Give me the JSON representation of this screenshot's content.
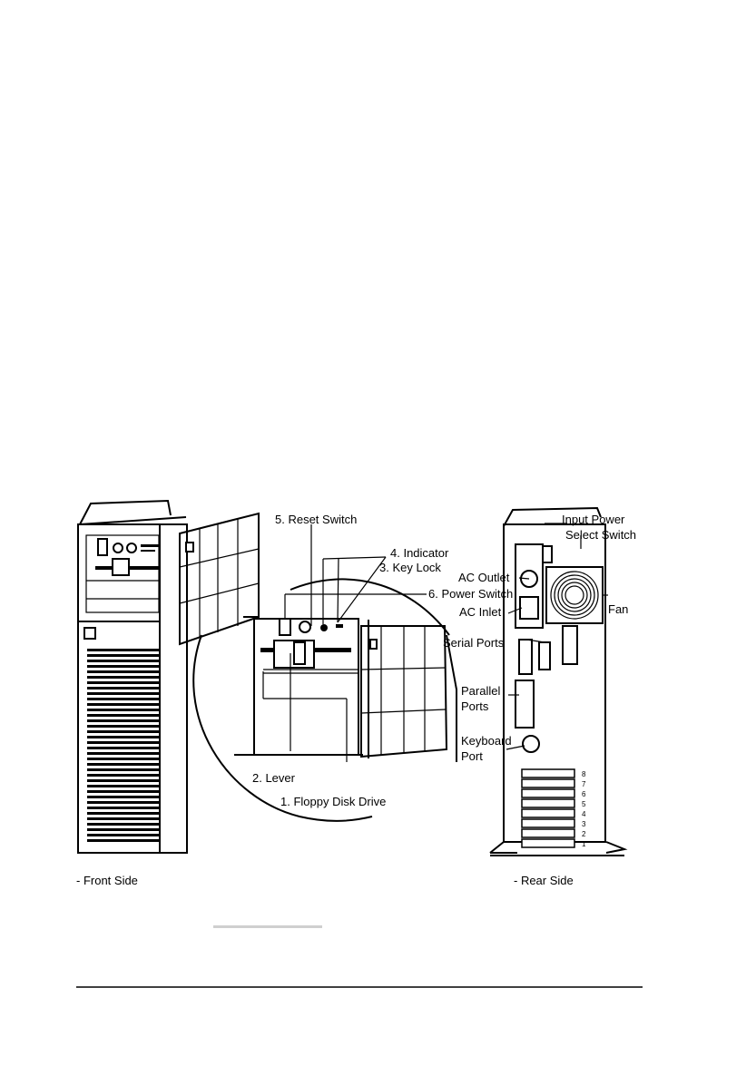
{
  "labels": {
    "reset_switch": "5. Reset Switch",
    "indicator": "4. Indicator",
    "key_lock": "3. Key Lock",
    "power_switch": "6. Power Switch",
    "lever": "2. Lever",
    "floppy": "1. Floppy Disk Drive",
    "input_power_1": "Input Power",
    "input_power_2": "Select Switch",
    "ac_outlet": "AC Outlet",
    "ac_inlet": "AC Inlet",
    "fan": "Fan",
    "serial_ports": "Serial Ports",
    "parallel_1": "Parallel",
    "parallel_2": "Ports",
    "keyboard_1": "Keyboard",
    "keyboard_2": "Port"
  },
  "captions": {
    "front": "- Front Side",
    "rear": "- Rear Side"
  },
  "slot_numbers": [
    "8",
    "7",
    "6",
    "5",
    "4",
    "3",
    "2",
    "1"
  ]
}
